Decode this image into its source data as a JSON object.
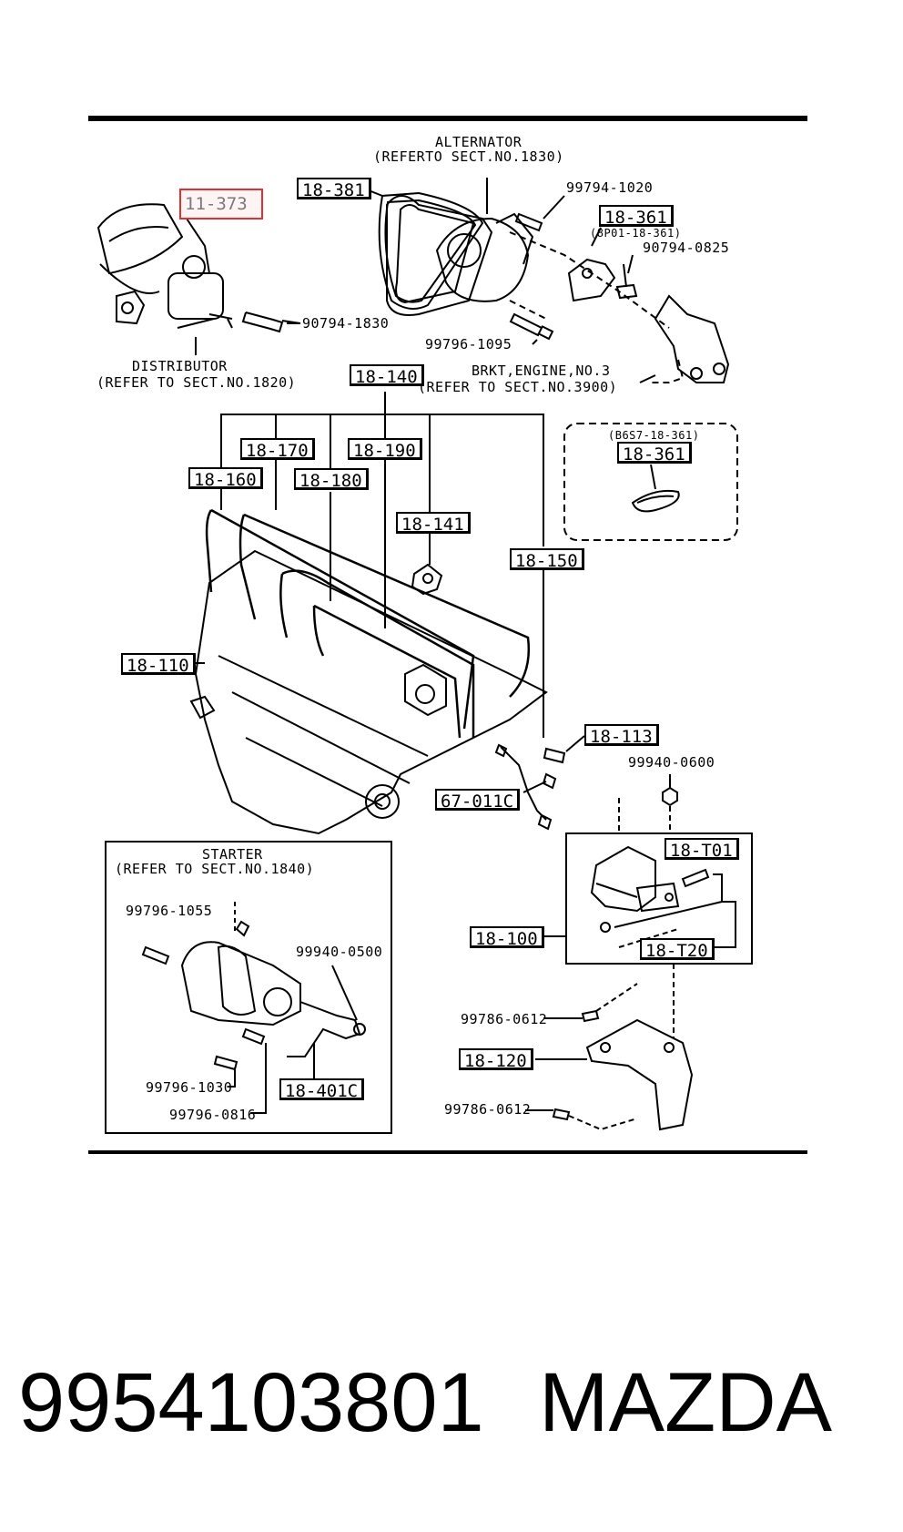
{
  "diagram": {
    "alternator": {
      "title": "ALTERNATOR",
      "ref": "(REFERTO SECT.NO.1830)"
    },
    "distributor": {
      "title": "DISTRIBUTOR",
      "ref": "(REFER TO SECT.NO.1820)"
    },
    "bracket": {
      "title": "BRKT,ENGINE,NO.3",
      "ref": "(REFER TO SECT.NO.3900)"
    },
    "starter": {
      "title": "STARTER",
      "ref": "(REFER TO SECT.NO.1840)"
    },
    "highlighted_part": "11-373",
    "inset_ref": "(B6S7-18-361)",
    "alt_ref": "(8P01-18-361)",
    "boxed_parts": {
      "p18_381": "18-381",
      "p18_361": "18-361",
      "p18_361b": "18-361",
      "p18_140": "18-140",
      "p18_170": "18-170",
      "p18_190": "18-190",
      "p18_160": "18-160",
      "p18_180": "18-180",
      "p18_141": "18-141",
      "p18_150": "18-150",
      "p18_110": "18-110",
      "p18_113": "18-113",
      "p67_011c": "67-011C",
      "p18_t01": "18-T01",
      "p18_100": "18-100",
      "p18_t20": "18-T20",
      "p18_120": "18-120",
      "p18_401c": "18-401C"
    },
    "part_numbers": {
      "n99794_1020": "99794-1020",
      "n90794_0825": "90794-0825",
      "n90794_1830": "90794-1830",
      "n99796_1095": "99796-1095",
      "n99940_0600": "99940-0600",
      "n99796_1055": "99796-1055",
      "n99940_0500": "99940-0500",
      "n99796_1030": "99796-1030",
      "n99796_0816": "99796-0816",
      "n99786_0612a": "99786-0612",
      "n99786_0612b": "99786-0612"
    }
  },
  "footer": {
    "part_number": "9954103801",
    "brand": "MAZDA"
  }
}
